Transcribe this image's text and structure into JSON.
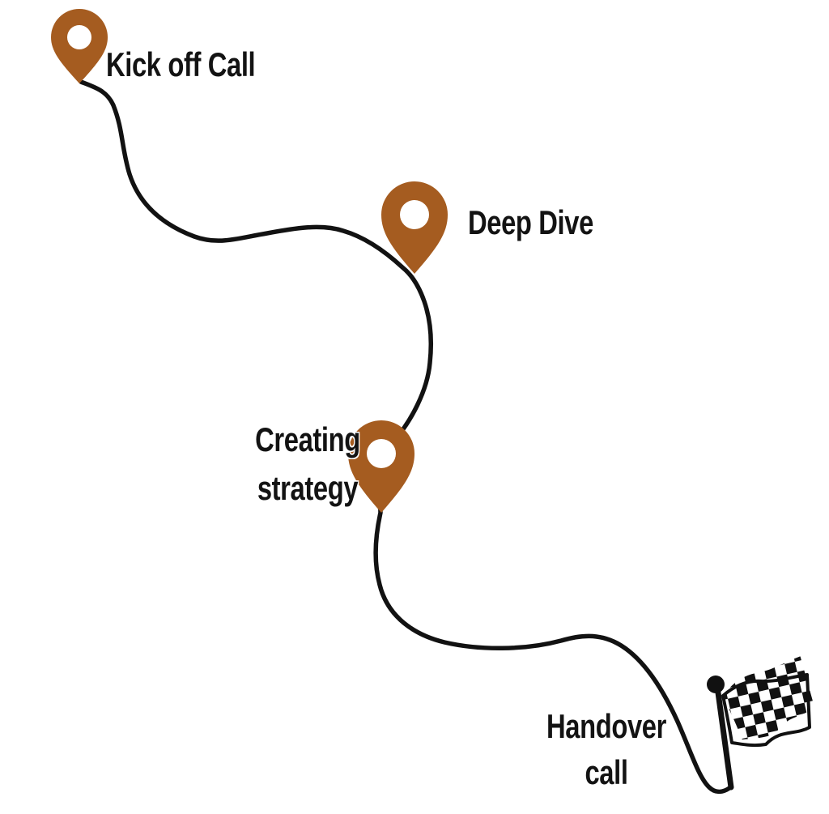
{
  "diagram": {
    "type": "roadmap-journey",
    "background": "#ffffff",
    "colors": {
      "pin": "#A55C20",
      "pin_hole": "#ffffff",
      "route": "#121212",
      "text": "#131313",
      "flag": "#111111",
      "flag_white": "#ffffff"
    },
    "milestones": [
      {
        "id": "kick-off-call",
        "label": "Kick off Call",
        "marker": "map-pin-icon"
      },
      {
        "id": "deep-dive",
        "label": "Deep Dive",
        "marker": "map-pin-icon"
      },
      {
        "id": "creating-strategy",
        "label_line1": "Creating",
        "label_line2": "strategy",
        "marker": "map-pin-icon"
      },
      {
        "id": "handover-call",
        "label_line1": "Handover",
        "label_line2": "call",
        "marker": "checkered-flag-icon"
      }
    ]
  }
}
